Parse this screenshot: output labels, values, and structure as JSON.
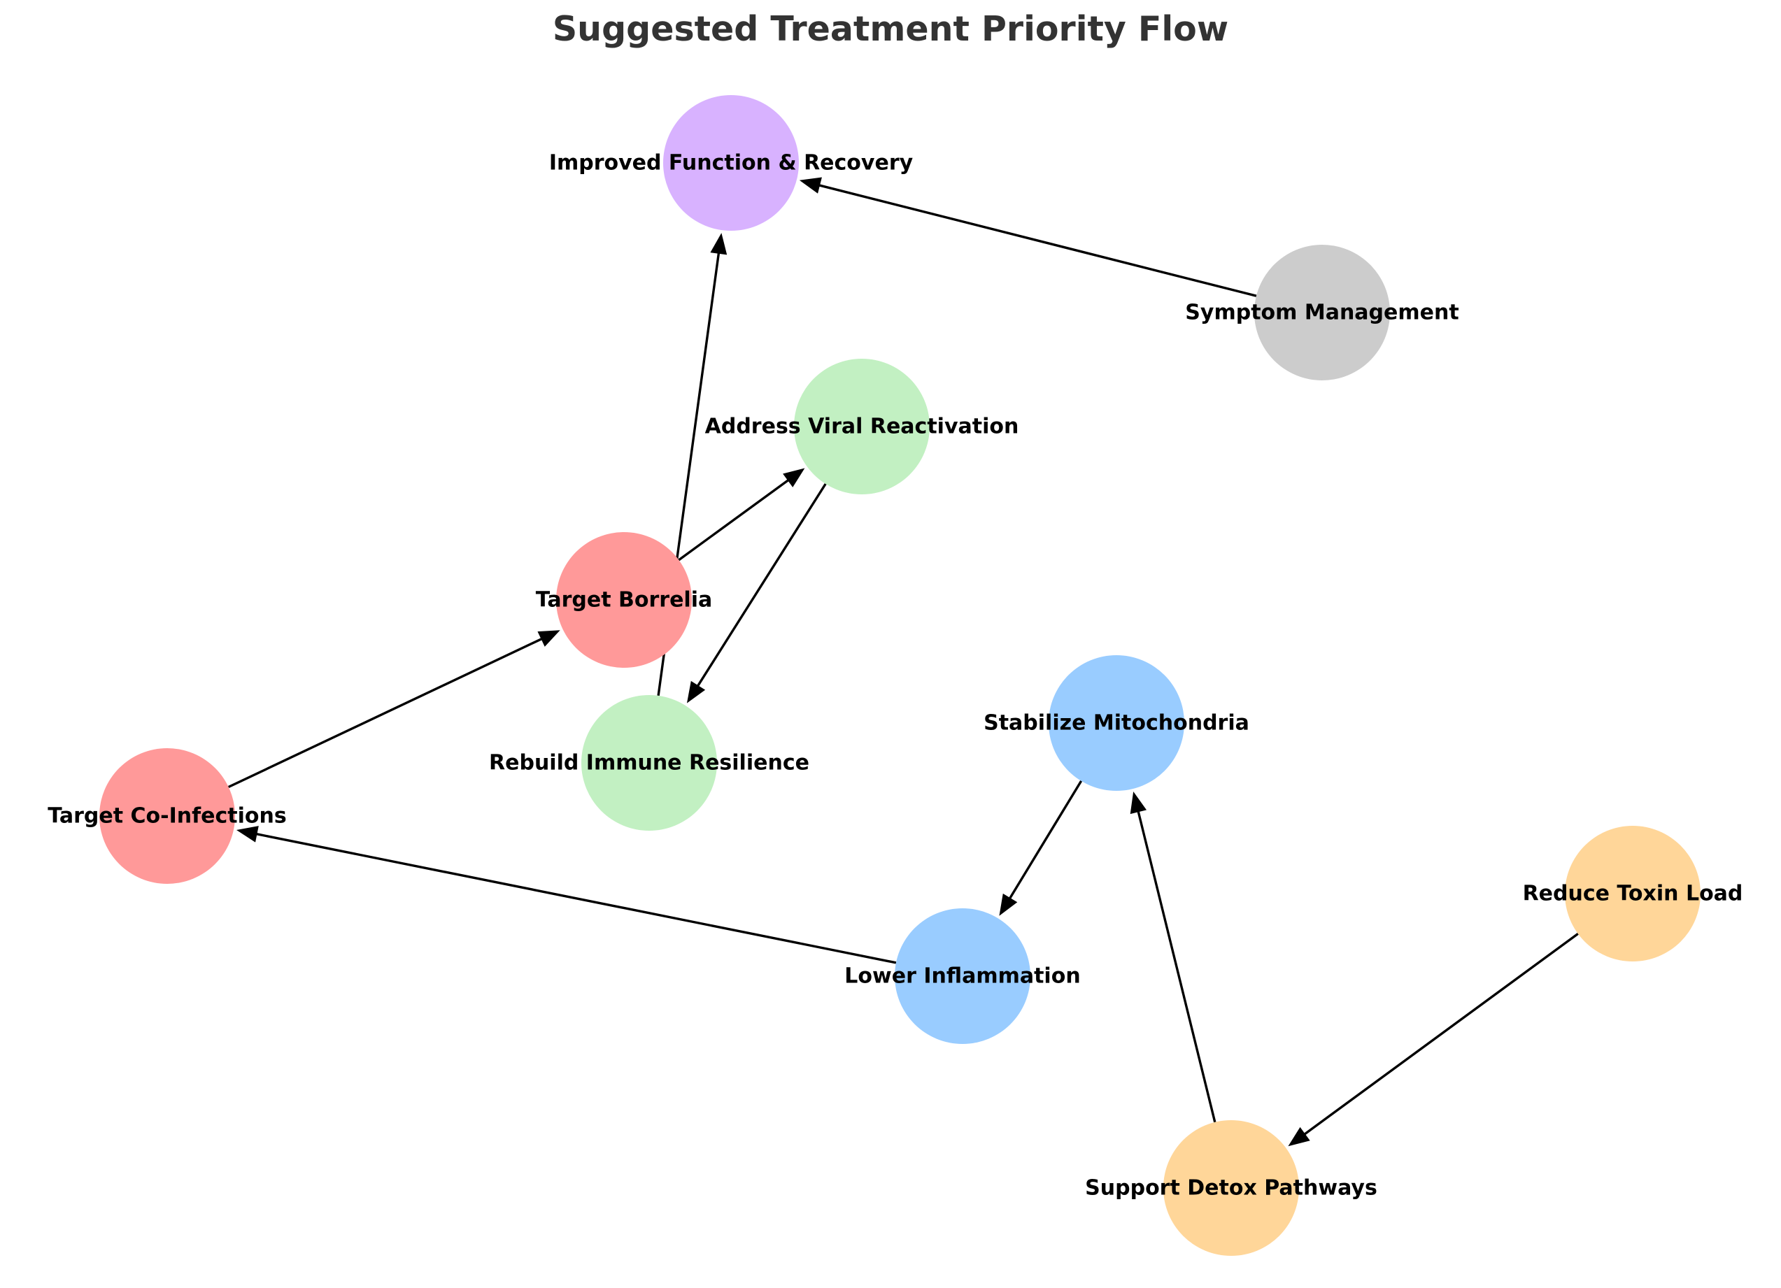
{
  "title": "Suggested Treatment Priority Flow",
  "nodes": [
    {
      "id": "improved",
      "label": "Improved Function & Recovery",
      "color": "#D8B2FF"
    },
    {
      "id": "symptom",
      "label": "Symptom Management",
      "color": "#CCCCCC"
    },
    {
      "id": "viral",
      "label": "Address Viral Reactivation",
      "color": "#C2F0C2"
    },
    {
      "id": "borrelia",
      "label": "Target Borrelia",
      "color": "#FF9999"
    },
    {
      "id": "immune",
      "label": "Rebuild Immune Resilience",
      "color": "#C2F0C2"
    },
    {
      "id": "mito",
      "label": "Stabilize Mitochondria",
      "color": "#99CCFF"
    },
    {
      "id": "coinf",
      "label": "Target Co-Infections",
      "color": "#FF9999"
    },
    {
      "id": "toxin",
      "label": "Reduce Toxin Load",
      "color": "#FFD699"
    },
    {
      "id": "inflam",
      "label": "Lower Inflammation",
      "color": "#99CCFF"
    },
    {
      "id": "detox",
      "label": "Support Detox Pathways",
      "color": "#FFD699"
    }
  ],
  "edges": [
    {
      "from": "toxin",
      "to": "detox"
    },
    {
      "from": "detox",
      "to": "mito"
    },
    {
      "from": "mito",
      "to": "inflam"
    },
    {
      "from": "inflam",
      "to": "coinf"
    },
    {
      "from": "coinf",
      "to": "borrelia"
    },
    {
      "from": "borrelia",
      "to": "viral"
    },
    {
      "from": "viral",
      "to": "immune"
    },
    {
      "from": "immune",
      "to": "improved"
    },
    {
      "from": "symptom",
      "to": "improved"
    }
  ]
}
